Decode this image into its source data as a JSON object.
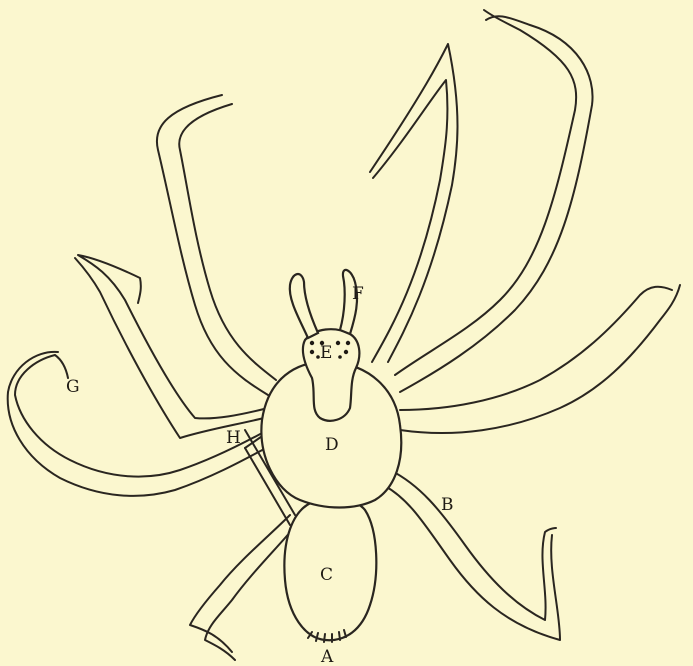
{
  "labels": {
    "A": "A",
    "B": "B",
    "C": "C",
    "D": "D",
    "E": "E",
    "F": "F",
    "G": "G",
    "H": "H"
  },
  "colors": {
    "background": "#fbf7cf",
    "ink": "#2a2620"
  }
}
